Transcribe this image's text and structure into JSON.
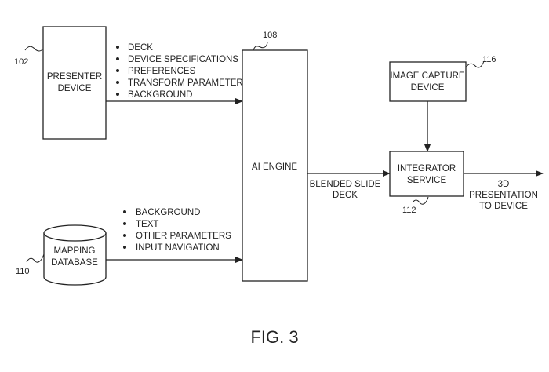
{
  "nodes": {
    "presenter_device": {
      "ref": "102",
      "lines": [
        "PRESENTER",
        "DEVICE"
      ]
    },
    "ai_engine": {
      "ref": "108",
      "lines": [
        "AI ENGINE"
      ]
    },
    "mapping_database": {
      "ref": "110",
      "lines": [
        "MAPPING",
        "DATABASE"
      ]
    },
    "image_capture_device": {
      "ref": "116",
      "lines": [
        "IMAGE CAPTURE",
        "DEVICE"
      ]
    },
    "integrator_service": {
      "ref": "112",
      "lines": [
        "INTEGRATOR",
        "SERVICE"
      ]
    }
  },
  "edges": {
    "presenter_to_ai": {
      "bullets": [
        "DECK",
        "DEVICE SPECIFICATIONS",
        "PREFERENCES",
        "TRANSFORM PARAMETER",
        "BACKGROUND"
      ]
    },
    "database_to_ai": {
      "bullets": [
        "BACKGROUND",
        "TEXT",
        "OTHER PARAMETERS",
        "INPUT NAVIGATION"
      ]
    },
    "ai_to_integrator": {
      "lines": [
        "BLENDED SLIDE",
        "DECK"
      ]
    },
    "integrator_output": {
      "lines": [
        "3D",
        "PRESENTATION",
        "TO DEVICE"
      ]
    }
  },
  "figure_label": "FIG. 3"
}
